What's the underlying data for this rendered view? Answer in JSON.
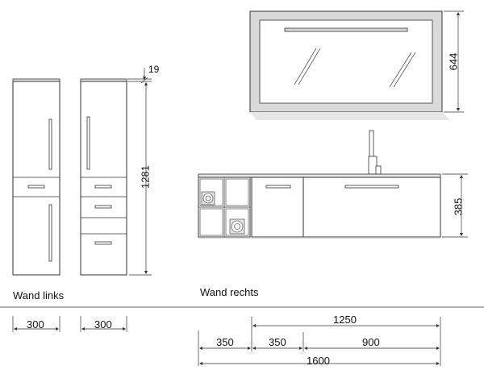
{
  "captions": {
    "left_wall": "Wand links",
    "right_wall": "Wand rechts"
  },
  "dimensions": {
    "panel_thickness": "19",
    "tall_cabinet_height": "1281",
    "mirror_height": "644",
    "vanity_height": "385",
    "left_cabinet_width": "300",
    "mid_cabinet_width": "300",
    "vanity_right_width": "1250",
    "open_shelf_width": "350",
    "drawer_unit_width": "350",
    "large_drawer_width": "900",
    "total_width": "1600"
  },
  "colors": {
    "line": "#333333",
    "light_fill": "#e6e6e6",
    "mirror_frame": "#d9d9d9",
    "background": "#ffffff"
  }
}
